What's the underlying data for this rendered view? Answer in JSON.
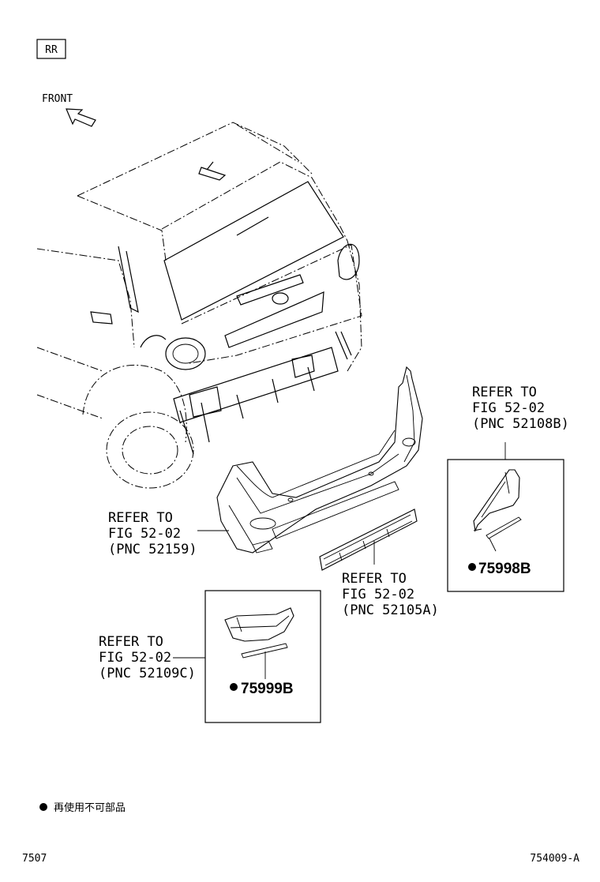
{
  "diagram": {
    "section_code": "RR",
    "direction_label": "FRONT",
    "callouts": [
      {
        "line1": "REFER TO",
        "line2": "FIG 52-02",
        "line3": "(PNC 52108B)"
      },
      {
        "line1": "REFER TO",
        "line2": "FIG 52-02",
        "line3": "(PNC 52159)"
      },
      {
        "line1": "REFER TO",
        "line2": "FIG 52-02",
        "line3": "(PNC 52105A)"
      },
      {
        "line1": "REFER TO",
        "line2": "FIG 52-02",
        "line3": "(PNC 52109C)"
      }
    ],
    "parts": [
      {
        "number": "75998B",
        "marker": "●"
      },
      {
        "number": "75999B",
        "marker": "●"
      }
    ],
    "legend": {
      "marker": "●",
      "text": "再使用不可部品"
    },
    "footer": {
      "left_code": "7507",
      "right_code": "754009-A"
    }
  }
}
